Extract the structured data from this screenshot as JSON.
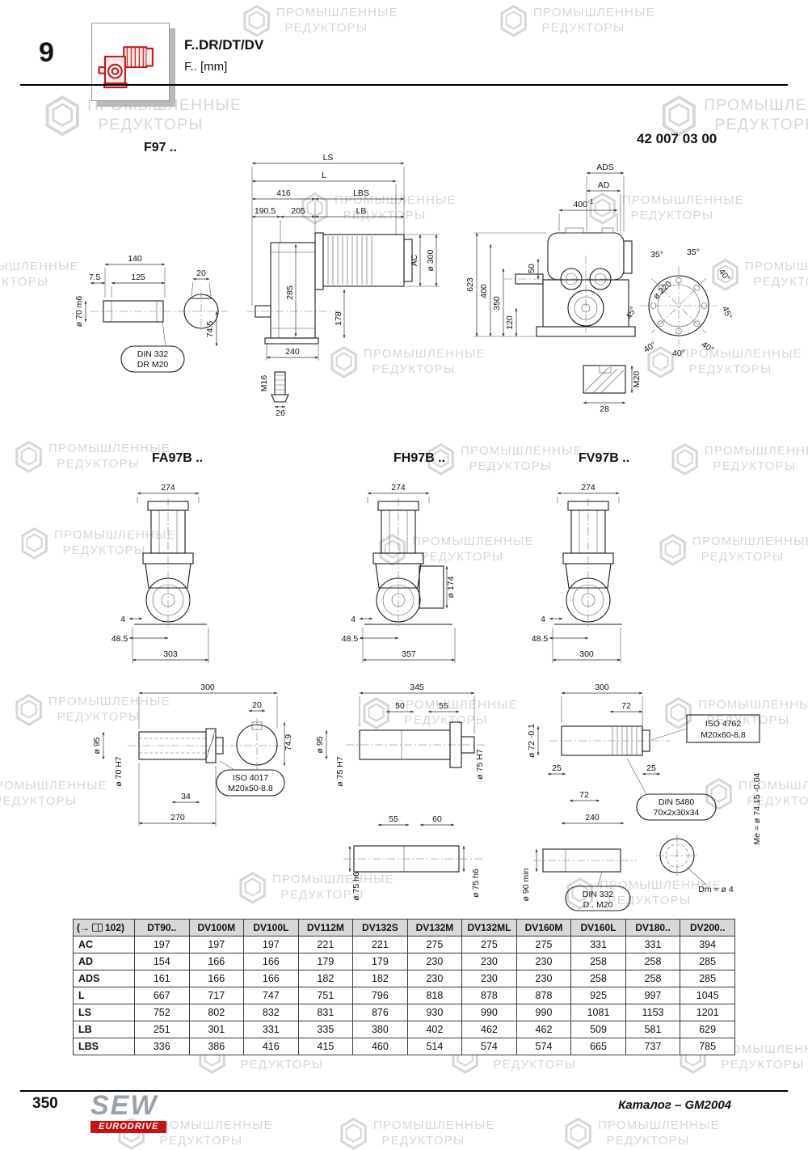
{
  "header": {
    "chapter": "9",
    "title": "F..DR/DT/DV",
    "subtitle": "F.. [mm]",
    "part_number": "42 007 03 00"
  },
  "watermark": {
    "line1": "ПРОМЫШЛЕННЫЕ",
    "line2": "РЕДУКТОРЫ"
  },
  "drawings": {
    "f97": {
      "title": "F97 ..",
      "side": {
        "ls": "LS",
        "l": "L",
        "d416": "416",
        "lbs": "LBS",
        "d190_5": "190.5",
        "d205": "205",
        "lb": "LB",
        "ac": "AC",
        "d300": "ø 300",
        "d285": "285",
        "d178": "178",
        "d240": "240",
        "m16": "M16",
        "d26": "26"
      },
      "shaft_end": {
        "d140": "140",
        "d7_5": "7.5",
        "d125": "125",
        "d20": "20",
        "d70": "ø 70 m6",
        "d74_5": "74.5",
        "din_line1": "DIN 332",
        "din_line2": "DR M20"
      },
      "end_view": {
        "ads": "ADS",
        "ad": "AD",
        "d400top": "400",
        "d400tol": "-1",
        "d623": "623",
        "d400": "400",
        "d350": "350",
        "d120": "120",
        "d50": "50",
        "d28": "28",
        "m20": "M20"
      },
      "bolt_circle": {
        "d220": "ø 220",
        "a1": "35°",
        "a2": "35°",
        "a3": "40°",
        "a4": "45°",
        "a5": "45°",
        "a6": "40°",
        "a7": "40°",
        "a8": "40°"
      }
    },
    "fa97b": {
      "title": "FA97B ..",
      "front": {
        "w": "274",
        "d4": "4",
        "d48_5": "48.5",
        "base": "303"
      },
      "shaft": {
        "d300": "300",
        "d20": "20",
        "d74_9": "74.9",
        "d95": "ø 95",
        "d70h7": "ø 70 H7",
        "iso_line1": "ISO 4017",
        "iso_line2": "M20x50-8.8",
        "d34": "34",
        "d270": "270"
      }
    },
    "fh97b": {
      "title": "FH97B ..",
      "front": {
        "w": "274",
        "d174": "ø 174",
        "d4": "4",
        "d48_5": "48.5",
        "base": "357"
      },
      "shaft": {
        "d345": "345",
        "d50": "50",
        "d55": "55",
        "d95": "ø 95",
        "d75h7_left": "ø 75 H7",
        "d75h7_right": "ø 75 H7",
        "d55b": "55",
        "d60": "60",
        "d75h6_left": "ø 75 h6",
        "d75h6_right": "ø 75 h6"
      }
    },
    "fv97b": {
      "title": "FV97B ..",
      "front": {
        "w": "274",
        "d4": "4",
        "d48_5": "48.5",
        "base": "300"
      },
      "shaft": {
        "d300": "300",
        "d72": "72",
        "iso_line1": "ISO 4762",
        "iso_line2": "M20x60-8.8",
        "d72tol": "ø 72 -0.1",
        "d25l": "25",
        "d25r": "25",
        "d72b": "72",
        "din5480_line1": "DIN 5480",
        "din5480_line2": "70x2x30x34",
        "d240": "240",
        "d90": "ø 90 min",
        "din332_line1": "DIN 332",
        "din332_line2": "D.. M20",
        "me": "Me = ø 74.15 -0.04",
        "dm": "Dm = ø 4"
      }
    }
  },
  "table": {
    "ref_prefix": "(→",
    "ref_page": "102)",
    "columns": [
      "DT90..",
      "DV100M",
      "DV100L",
      "DV112M",
      "DV132S",
      "DV132M",
      "DV132ML",
      "DV160M",
      "DV160L",
      "DV180..",
      "DV200.."
    ],
    "rows": [
      {
        "label": "AC",
        "values": [
          "197",
          "197",
          "197",
          "221",
          "221",
          "275",
          "275",
          "275",
          "331",
          "331",
          "394"
        ]
      },
      {
        "label": "AD",
        "values": [
          "154",
          "166",
          "166",
          "179",
          "179",
          "230",
          "230",
          "230",
          "258",
          "258",
          "285"
        ]
      },
      {
        "label": "ADS",
        "values": [
          "161",
          "166",
          "166",
          "182",
          "182",
          "230",
          "230",
          "230",
          "258",
          "258",
          "285"
        ]
      },
      {
        "label": "L",
        "values": [
          "667",
          "717",
          "747",
          "751",
          "796",
          "818",
          "878",
          "878",
          "925",
          "997",
          "1045"
        ]
      },
      {
        "label": "LS",
        "values": [
          "752",
          "802",
          "832",
          "831",
          "876",
          "930",
          "990",
          "990",
          "1081",
          "1153",
          "1201"
        ]
      },
      {
        "label": "LB",
        "values": [
          "251",
          "301",
          "331",
          "335",
          "380",
          "402",
          "462",
          "462",
          "509",
          "581",
          "629"
        ]
      },
      {
        "label": "LBS",
        "values": [
          "336",
          "386",
          "416",
          "415",
          "460",
          "514",
          "574",
          "574",
          "665",
          "737",
          "785"
        ]
      }
    ]
  },
  "footer": {
    "page_number": "350",
    "brand_top": "SEW",
    "brand_bottom": "EURODRIVE",
    "catalog": "Каталог – GM2004"
  }
}
